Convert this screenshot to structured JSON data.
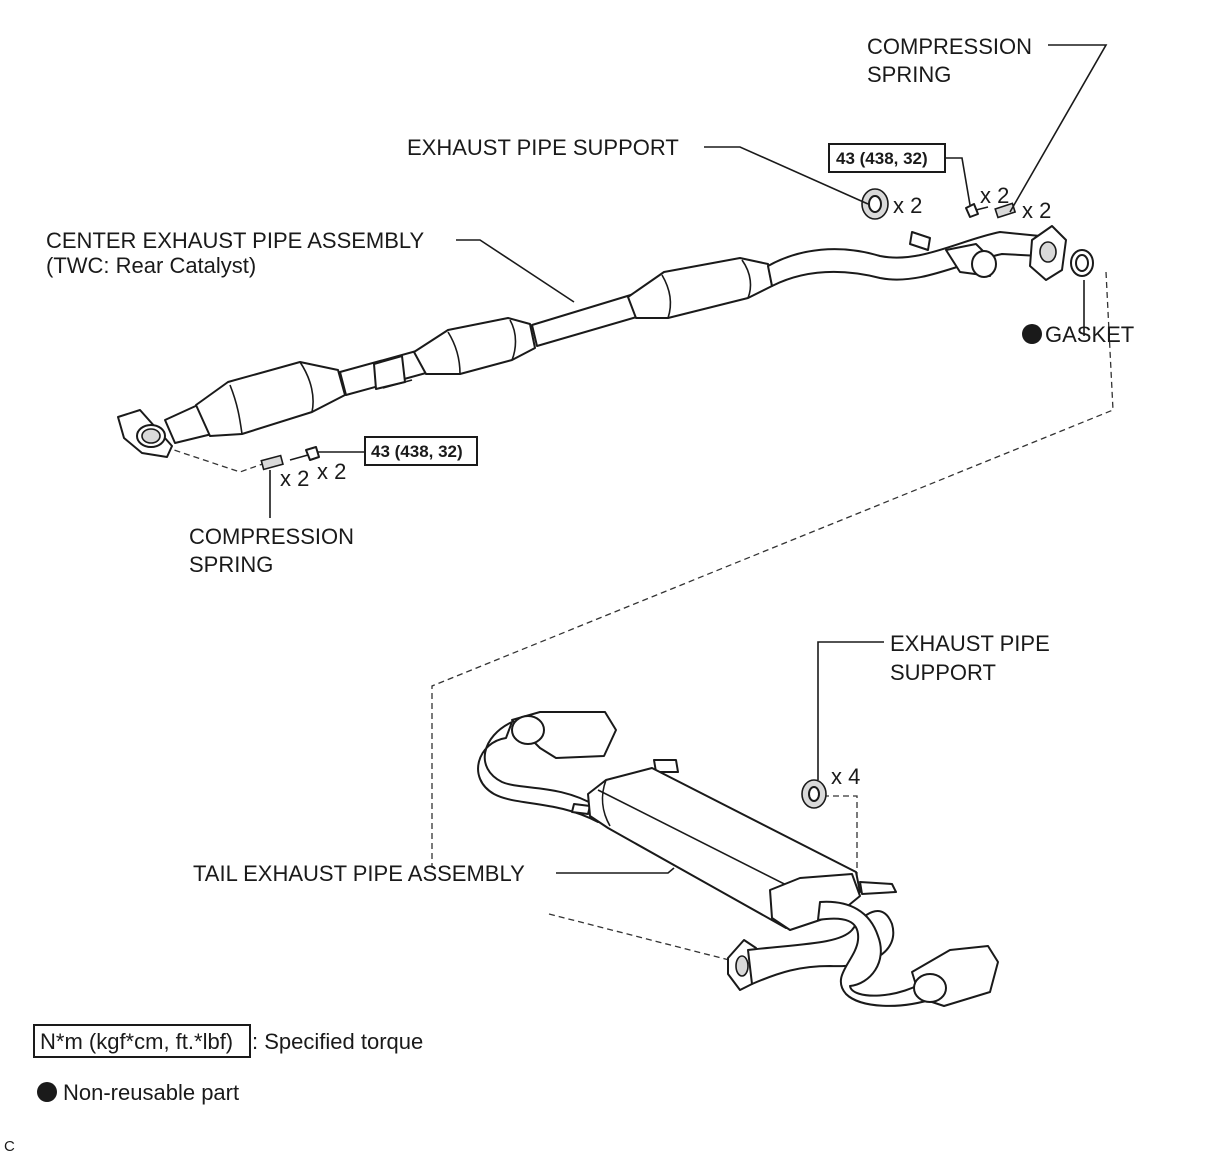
{
  "labels": {
    "compression_spring_top": [
      "COMPRESSION",
      "SPRING"
    ],
    "exhaust_pipe_support_top": "EXHAUST PIPE SUPPORT",
    "center_exhaust_pipe": [
      "CENTER EXHAUST PIPE ASSEMBLY",
      "(TWC: Rear Catalyst)"
    ],
    "gasket": "GASKET",
    "compression_spring_bottom": [
      "COMPRESSION",
      "SPRING"
    ],
    "exhaust_pipe_support_bottom": [
      "EXHAUST PIPE",
      "SUPPORT"
    ],
    "tail_exhaust_pipe": "TAIL EXHAUST PIPE ASSEMBLY"
  },
  "quantities": {
    "support_top": "x 2",
    "bolt_top": "x 2",
    "spring_top": "x 2",
    "spring_bottom": "x 2",
    "bolt_bottom": "x 2",
    "support_bottom": "x 4"
  },
  "torque": {
    "top": "43 (438, 32)",
    "bottom": "43 (438, 32)"
  },
  "legend": {
    "torque_box": "N*m (kgf*cm, ft.*lbf)",
    "torque_desc": ": Specified torque",
    "nonreusable_desc": "Non-reusable part"
  },
  "corner_mark": "C"
}
